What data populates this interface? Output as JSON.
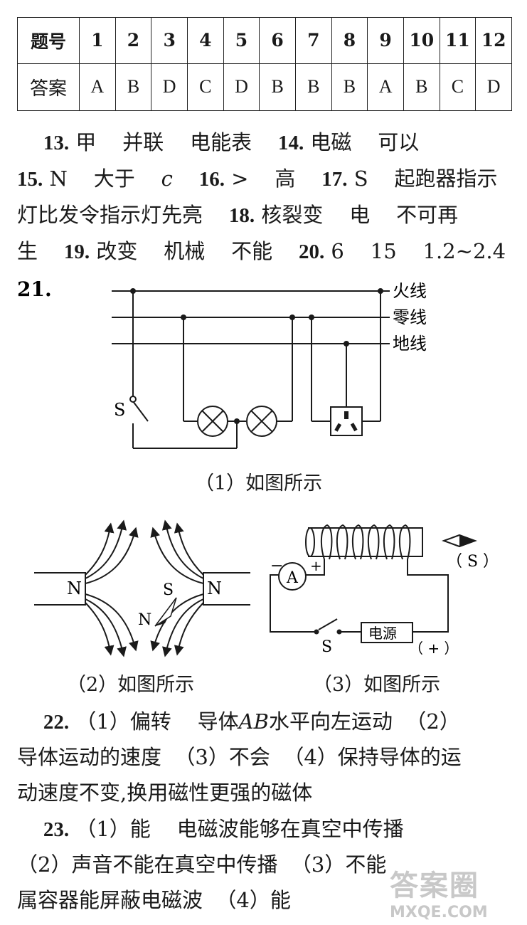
{
  "table": {
    "row1_header": "题号",
    "row2_header": "答案",
    "numbers": [
      "1",
      "2",
      "3",
      "4",
      "5",
      "6",
      "7",
      "8",
      "9",
      "10",
      "11",
      "12"
    ],
    "answers": [
      "A",
      "B",
      "D",
      "C",
      "D",
      "B",
      "B",
      "B",
      "A",
      "B",
      "C",
      "D"
    ]
  },
  "lines": [
    [
      {
        "t": "    "
      },
      {
        "t": "13.",
        "b": true
      },
      {
        "t": " 甲    并联    电能表    "
      },
      {
        "t": "14.",
        "b": true
      },
      {
        "t": " 电磁    可以"
      }
    ],
    [
      {
        "t": "15.",
        "b": true
      },
      {
        "t": " N    大于    "
      },
      {
        "t": "c",
        "i": true
      },
      {
        "t": "    "
      },
      {
        "t": "16.",
        "b": true
      },
      {
        "t": " >    高    "
      },
      {
        "t": "17.",
        "b": true
      },
      {
        "t": " S    起跑器指示"
      }
    ],
    [
      {
        "t": "灯比发令指示灯先亮    "
      },
      {
        "t": "18.",
        "b": true
      },
      {
        "t": " 核裂变    电    不可再"
      }
    ],
    [
      {
        "t": "生    "
      },
      {
        "t": "19.",
        "b": true
      },
      {
        "t": " 改变    机械    不能    "
      },
      {
        "t": "20.",
        "b": true
      },
      {
        "t": " 6    15    1.2~2.4"
      }
    ]
  ],
  "q21": {
    "number": "21.",
    "fire_line": "火线",
    "neutral_line": "零线",
    "ground_line": "地线",
    "switch_label": "S",
    "caption": "（1）如图所示"
  },
  "q21_2": {
    "n_left": "N",
    "n_right": "N",
    "needle_s": "S",
    "needle_n": "N",
    "caption": "（2）如图所示"
  },
  "q21_3": {
    "ammeter": "A",
    "minus": "−",
    "plus": "+",
    "switch_label": "S",
    "power_source": "电源",
    "pole_answer": "（ S ）",
    "source_pole": "（ + ）",
    "caption": "（3）如图所示"
  },
  "lines2": [
    [
      {
        "t": "    "
      },
      {
        "t": "22.",
        "b": true
      },
      {
        "t": " （1）偏转    导体"
      },
      {
        "t": "AB",
        "i": true
      },
      {
        "t": "水平向左运动  （2）"
      }
    ],
    [
      {
        "t": "导体运动的速度  （3）不会  （4）保持导体的运"
      }
    ],
    [
      {
        "t": "动速度不变,换用磁性更强的磁体"
      }
    ],
    [
      {
        "t": "    "
      },
      {
        "t": "23.",
        "b": true
      },
      {
        "t": " （1）能    电磁波能够在真空中传播"
      }
    ],
    [
      {
        "t": "（2）声音不能在真空中传播  （3）不能"
      }
    ],
    [
      {
        "t": "属容器能屏蔽电磁波  （4）能"
      }
    ]
  ],
  "watermark": {
    "line1": "答案圈",
    "line2": "MXQE.COM"
  }
}
